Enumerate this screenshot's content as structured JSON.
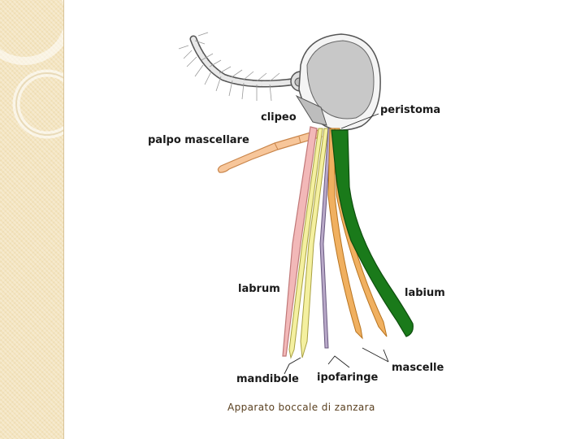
{
  "labels": {
    "clipeo": "clipeo",
    "peristoma": "peristoma",
    "palpo_mascellare": "palpo mascellare",
    "labrum": "labrum",
    "labium": "labium",
    "mandibole": "mandibole",
    "ipofaringe": "ipofaringe",
    "mascelle": "mascelle"
  },
  "caption": "Apparato boccale di zanzara",
  "colors": {
    "labrum": "#f2b8b8",
    "mandibole": "#f4f0a0",
    "ipofaringe": "#b8a8c8",
    "mascelle": "#f0b060",
    "labium": "#1a7a1a",
    "palpo": "#f7c69a",
    "head": "#c8c8c8",
    "side_strip": "#f3e3bd"
  }
}
